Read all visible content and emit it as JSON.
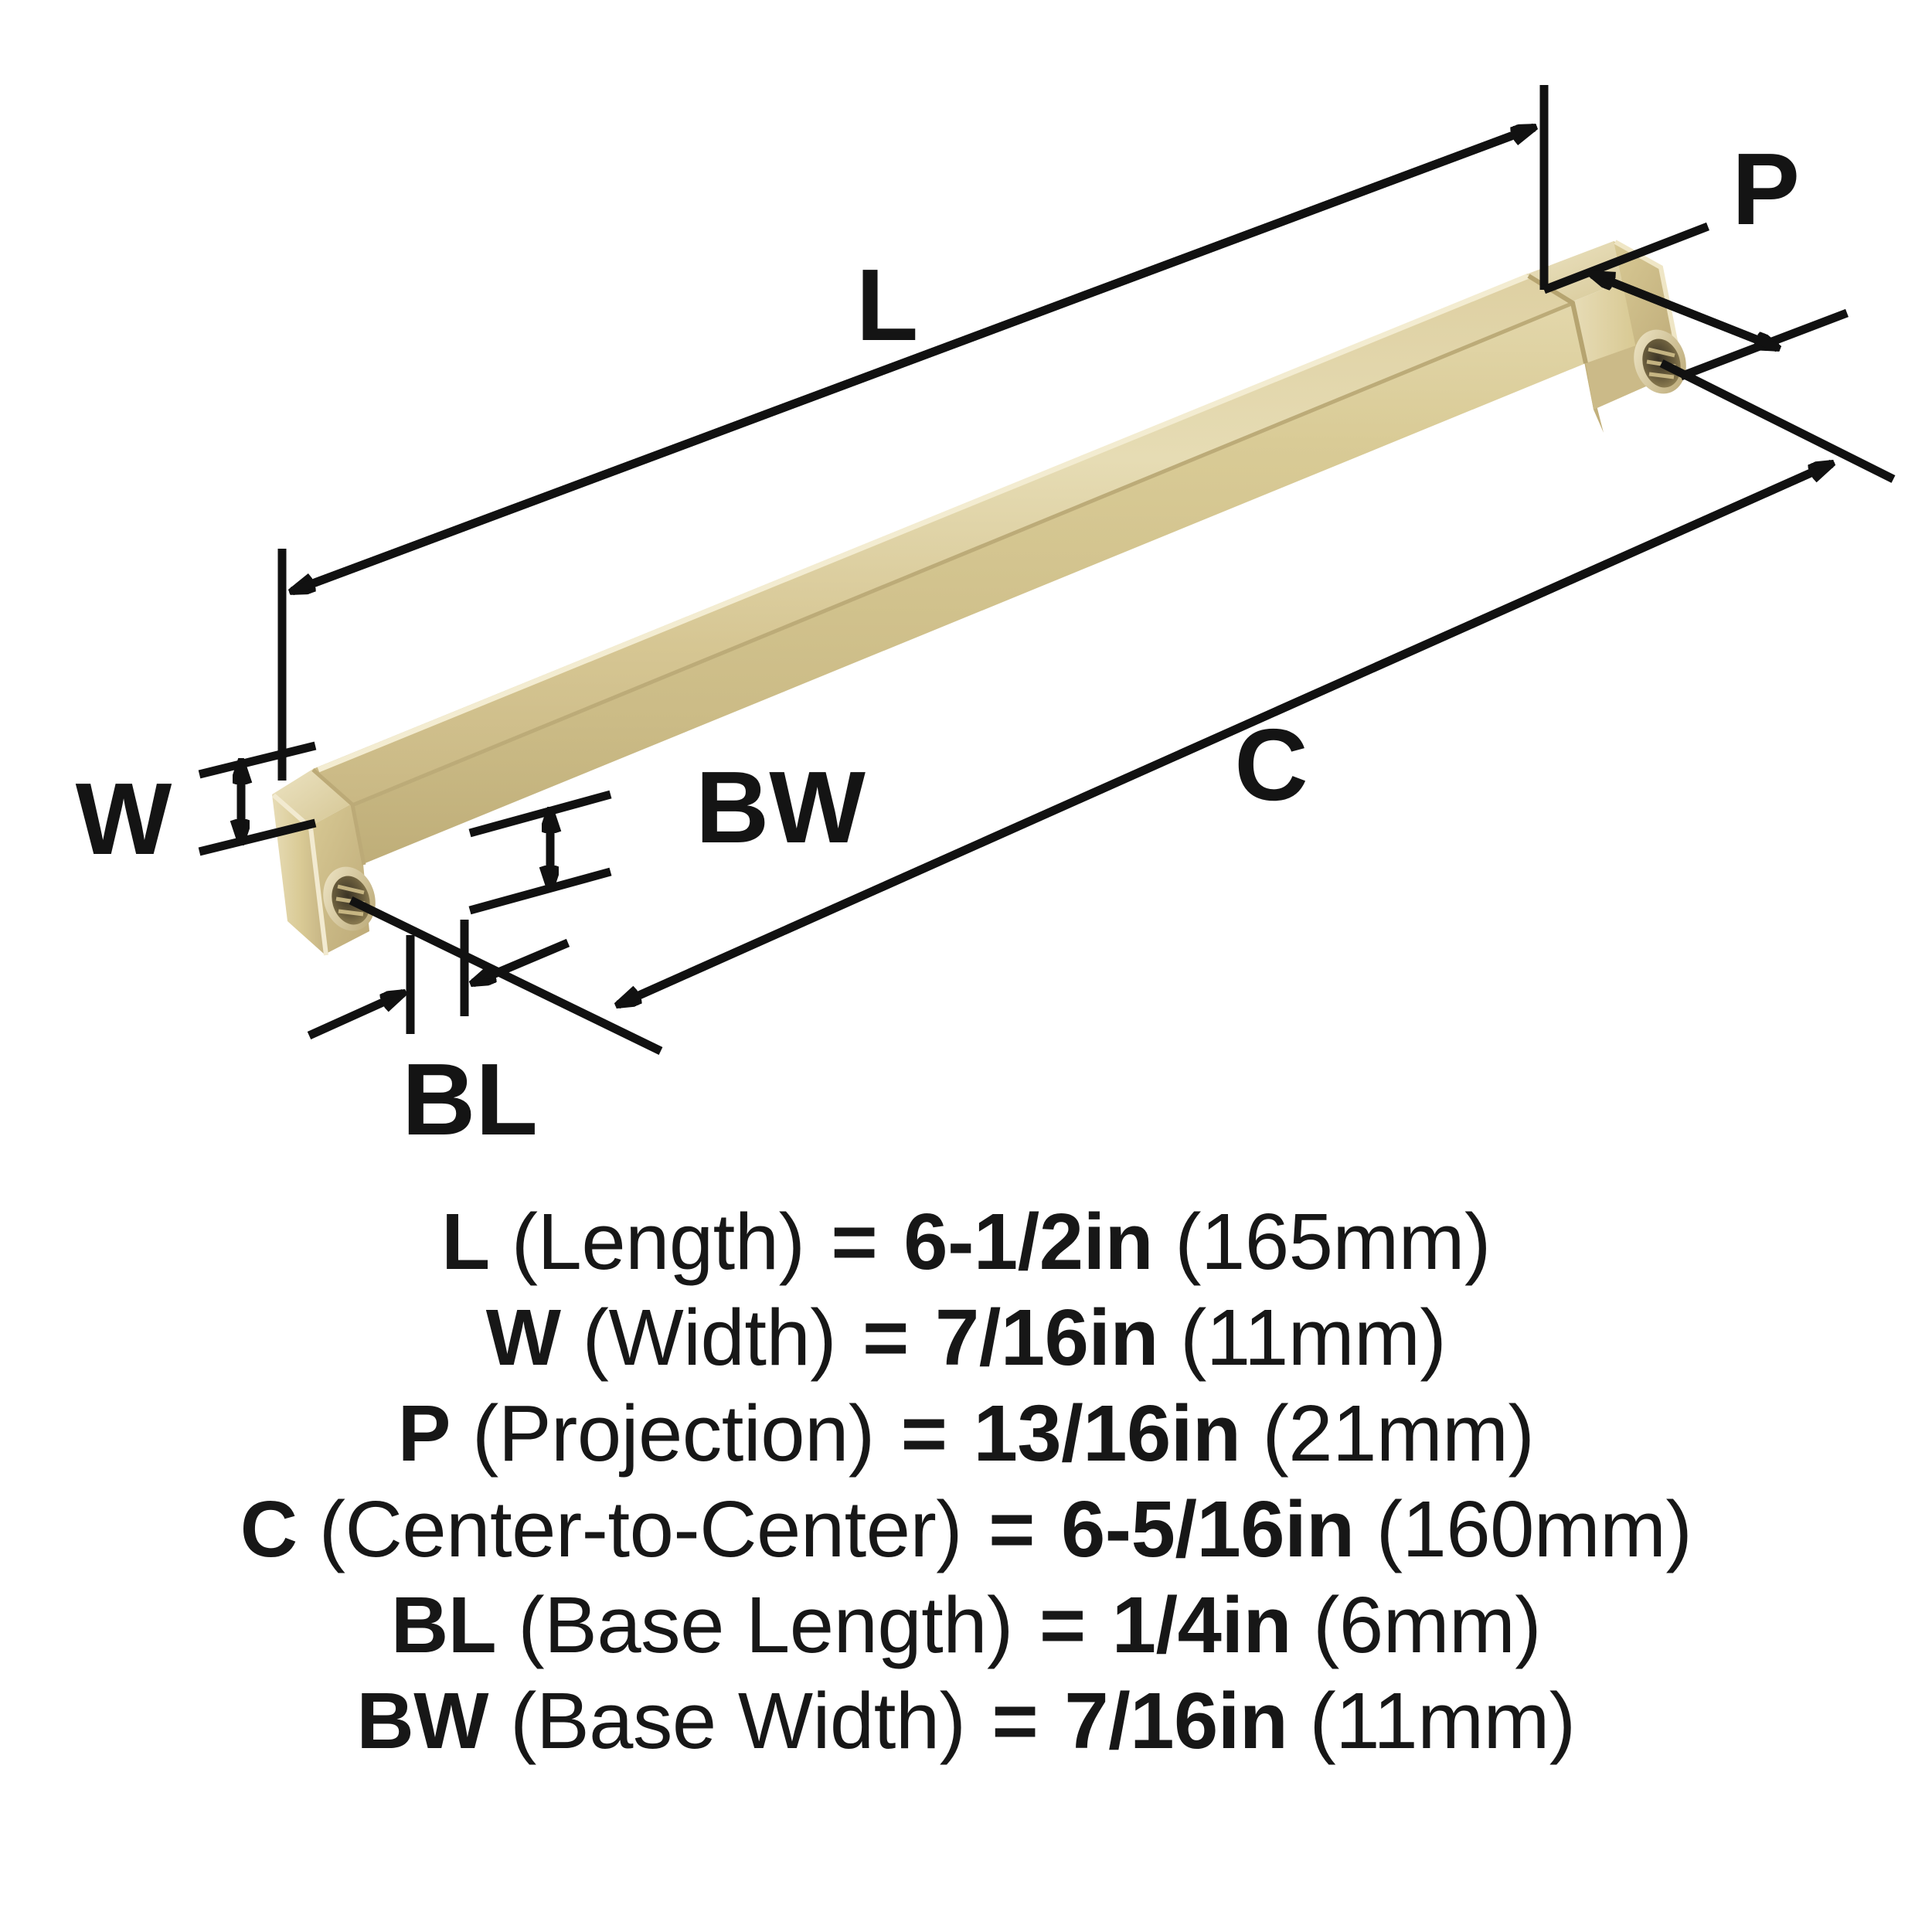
{
  "product": {
    "type": "cabinet-pull-handle-dimension-diagram",
    "finish_color": "#cfbf8c"
  },
  "diagram": {
    "labels": {
      "length": "L",
      "width": "W",
      "projection": "P",
      "center_to_center": "C",
      "base_length": "BL",
      "base_width": "BW"
    }
  },
  "specs": [
    {
      "code": "L",
      "name": "(Length)",
      "equals": "=",
      "inches": "6-1/2in",
      "mm": "(165mm)"
    },
    {
      "code": "W",
      "name": "(Width)",
      "equals": "=",
      "inches": "7/16in",
      "mm": "(11mm)"
    },
    {
      "code": "P",
      "name": "(Projection)",
      "equals": "=",
      "inches": "13/16in",
      "mm": "(21mm)"
    },
    {
      "code": "C",
      "name": "(Center-to-Center)",
      "equals": "=",
      "inches": "6-5/16in",
      "mm": "(160mm)"
    },
    {
      "code": "BL",
      "name": "(Base Length)",
      "equals": "=",
      "inches": "1/4in",
      "mm": "(6mm)"
    },
    {
      "code": "BW",
      "name": "(Base Width)",
      "equals": "=",
      "inches": "7/16in",
      "mm": "(11mm)"
    }
  ]
}
